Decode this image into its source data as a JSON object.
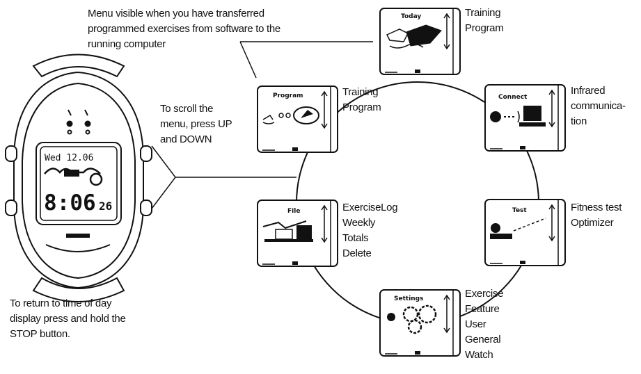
{
  "watch": {
    "display_date": "Wed 12.06",
    "display_time": "8:06",
    "display_seconds": "26"
  },
  "captions": {
    "menu_note": [
      "Menu visible when you have transferred",
      "programmed exercises from software to the",
      "running computer"
    ],
    "scroll_note": [
      "To scroll the",
      "menu, press UP",
      "and DOWN"
    ],
    "return_note": [
      "To return to time of day",
      "display press and hold the",
      "STOP button."
    ]
  },
  "menu_screens": [
    {
      "id": "today",
      "title": "Today",
      "labels": [
        "Training",
        "Program"
      ]
    },
    {
      "id": "connect",
      "title": "Connect",
      "labels": [
        "Infrared",
        "communica-",
        "tion"
      ]
    },
    {
      "id": "test",
      "title": "Test",
      "labels": [
        "Fitness test",
        "Optimizer"
      ]
    },
    {
      "id": "settings",
      "title": "Settings",
      "labels": [
        "Exercise",
        "Feature",
        "User",
        "General",
        "Watch"
      ]
    },
    {
      "id": "file",
      "title": "File",
      "labels": [
        "ExerciseLog",
        "Weekly",
        "Totals",
        "Delete"
      ]
    },
    {
      "id": "program",
      "title": "Program",
      "labels": [
        "Training",
        "Program"
      ]
    }
  ]
}
